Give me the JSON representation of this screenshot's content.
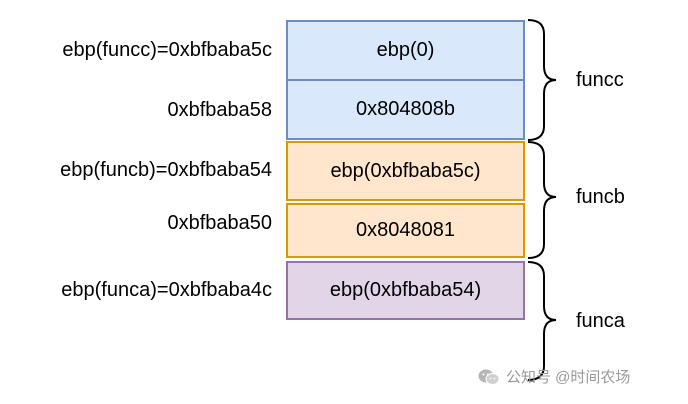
{
  "address_labels": {
    "row0": "ebp(funcc)=0xbfbaba5c",
    "row1": "0xbfbaba58",
    "row2": "ebp(funcb)=0xbfbaba54",
    "row3": "0xbfbaba50",
    "row4": "ebp(funca)=0xbfbaba4c"
  },
  "stack_cells": {
    "row0": "ebp(0)",
    "row1": "0x804808b",
    "row2": "ebp(0xbfbaba5c)",
    "row3": "0x8048081",
    "row4": "ebp(0xbfbaba54)"
  },
  "frames": {
    "funcc": "funcc",
    "funcb": "funcb",
    "funca": "funca"
  },
  "colors": {
    "funcc_fill": "#dae8fc",
    "funcc_border": "#6c8ebf",
    "funcb_fill": "#ffe6cc",
    "funcb_border": "#d79b00",
    "funca_fill": "#e1d5e7",
    "funca_border": "#9673a6"
  },
  "watermark": {
    "icon": "wechat-icon",
    "text": "公知号 @时间农场"
  }
}
